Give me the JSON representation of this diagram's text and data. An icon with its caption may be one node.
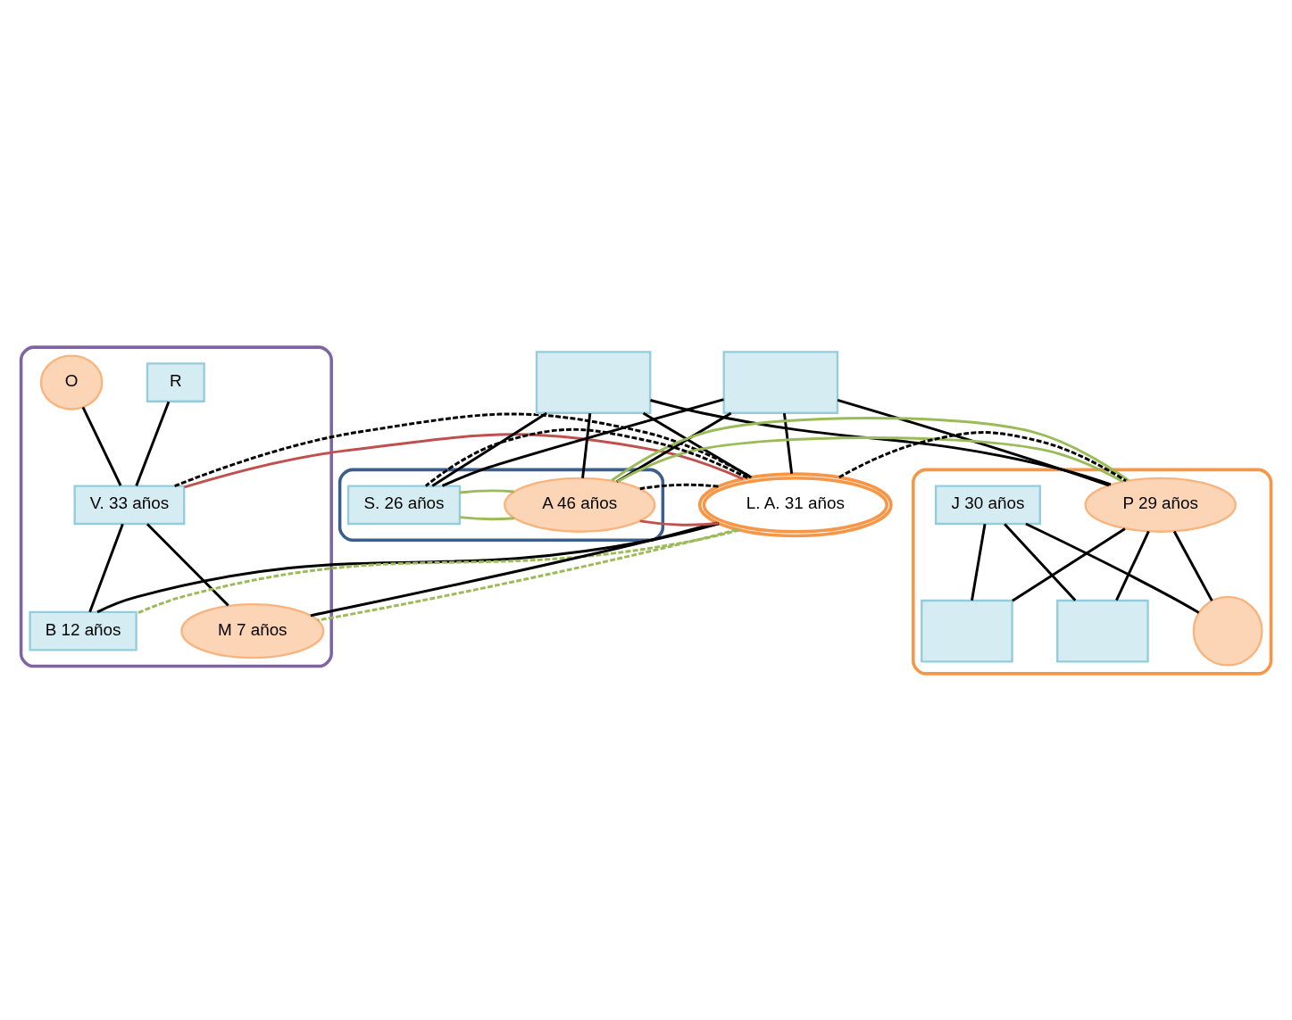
{
  "diagram": {
    "nodes": [
      {
        "text": [],
        "shape": "cloud"
      },
      {
        "text": [
          "R"
        ],
        "in": 0
      },
      {
        "text": [
          "O"
        ],
        "in": 0
      },
      {
        "text": [],
        "shape": "box"
      },
      {
        "text": [],
        "shape": "box"
      },
      {
        "text": [],
        "shape": "cloud"
      },
      {
        "text": [
          "A 46 años"
        ],
        "in": 5
      },
      {
        "text": [
          "V. 33 años"
        ],
        "in": 0
      },
      {
        "text": [
          "L. A. 31 años"
        ]
      },
      {
        "text": [
          "S. 26 años"
        ],
        "in": 5
      },
      {
        "text": [
          "B 12 años"
        ],
        "in": 0
      },
      {
        "text": [
          "M 7 años"
        ],
        "in": 0
      },
      {
        "text": [],
        "shape": "cloud"
      },
      {
        "text": [
          "P 29 años"
        ],
        "in": 12
      },
      {
        "text": [
          "J 30 años"
        ],
        "in": 12
      },
      {
        "text": [],
        "shape": "box",
        "in": 12
      },
      {
        "text": [],
        "shape": "box",
        "in": 12
      },
      {
        "text": [],
        "shape": "circle",
        "in": 12
      }
    ],
    "edges": [
      {
        "from": 1,
        "to": 7,
        "arrow": "none"
      },
      {
        "from": 2,
        "to": 7,
        "arrow": "none"
      },
      {
        "from": 3,
        "to": 8,
        "arrow": "none"
      },
      {
        "from": 3,
        "to": 13,
        "arrow": "none"
      },
      {
        "from": 3,
        "to": 9,
        "arrow": "none"
      },
      {
        "from": 3,
        "to": 6,
        "arrow": "none"
      },
      {
        "from": 4,
        "to": 8,
        "arrow": "none"
      },
      {
        "from": 4,
        "to": 13,
        "arrow": "none"
      },
      {
        "from": 4,
        "to": 9,
        "arrow": "none"
      },
      {
        "from": 4,
        "to": 6,
        "arrow": "none"
      },
      {
        "from": 7,
        "to": 10,
        "arrow": "none"
      },
      {
        "from": 7,
        "to": 11,
        "arrow": "none"
      },
      {
        "from": 8,
        "to": 10,
        "arrow": "none"
      },
      {
        "from": 8,
        "to": 11,
        "arrow": "none"
      },
      {
        "from": 13,
        "to": 15,
        "arrow": "none"
      },
      {
        "from": 13,
        "to": 16,
        "arrow": "none"
      },
      {
        "from": 13,
        "to": 17,
        "arrow": "none"
      },
      {
        "from": 14,
        "to": 15,
        "arrow": "none"
      },
      {
        "from": 14,
        "to": 16,
        "arrow": "none"
      },
      {
        "from": 14,
        "to": 17,
        "arrow": "none"
      },
      {
        "from": 7,
        "to": 8,
        "arrow": "none",
        "color": "#c0504d"
      },
      {
        "from": 7,
        "to": 8,
        "arrow": "none",
        "style": "dashed"
      },
      {
        "from": 8,
        "to": 6,
        "arrow": "none",
        "color": "#c0504d"
      },
      {
        "from": 8,
        "to": 6,
        "arrow": "none",
        "style": "dashed"
      },
      {
        "from": 8,
        "to": 9,
        "arrow": "none",
        "style": "dashed"
      },
      {
        "from": 8,
        "to": 13,
        "arrow": "none",
        "style": "dashed"
      },
      {
        "from": 8,
        "to": 10,
        "arrow": "none",
        "style": "dashed",
        "color": "#9bbb59"
      },
      {
        "from": 8,
        "to": 11,
        "arrow": "none",
        "style": "dashed",
        "color": "#9bbb59"
      },
      {
        "from": 6,
        "to": 13,
        "arrow": "none",
        "color": "#9bbb59"
      },
      {
        "from": 6,
        "to": 9,
        "arrow": "none",
        "color": "#9bbb59"
      },
      {
        "from": 6,
        "to": 9,
        "arrow": "none",
        "color": "#9bbb59"
      }
    ]
  }
}
